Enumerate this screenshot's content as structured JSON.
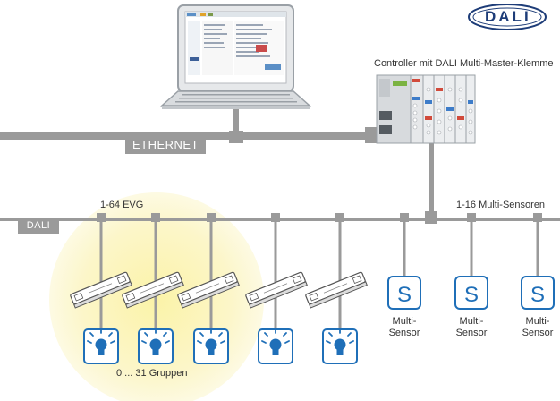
{
  "logo": {
    "text": "DALI"
  },
  "controller": {
    "label": "Controller mit DALI Multi-Master-Klemme"
  },
  "ethernet": {
    "label": "ETHERNET"
  },
  "dali_bus": {
    "label": "DALI"
  },
  "ballasts": {
    "label": "1-64 EVG",
    "count": 5
  },
  "sensors": {
    "label": "1-16 Multi-Sensoren",
    "icon_letter": "S",
    "items": [
      {
        "line1": "Multi-",
        "line2": "Sensor"
      },
      {
        "line1": "Multi-",
        "line2": "Sensor"
      },
      {
        "line1": "Multi-",
        "line2": "Sensor"
      }
    ]
  },
  "groups": {
    "label": "0 ... 31 Gruppen"
  },
  "colors": {
    "bus": "#9a9a9a",
    "accent_blue": "#1f6fb8",
    "highlight": "#fbf6c4"
  }
}
